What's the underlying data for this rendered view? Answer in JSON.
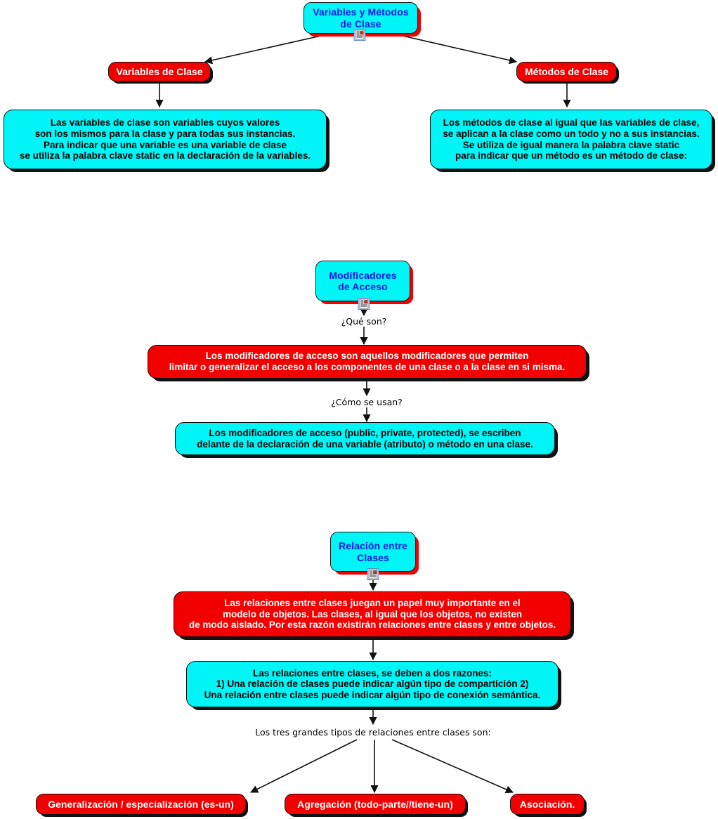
{
  "document": {
    "title": "Variables y Métodos de Clase — Mapa conceptual",
    "background_color": "#ffffff"
  },
  "palette": {
    "cyan": "#00f5f7",
    "red": "#f20000",
    "blue_text": "#1414e6",
    "white_text": "#ffffff",
    "black_text": "#000000",
    "line": "#111111"
  },
  "nodes": {
    "variables_metodos_clase": "Variables y Métodos\nde Clase",
    "variables_de_clase": "Variables de Clase",
    "metodos_de_clase": "Métodos de Clase",
    "variables_clase_desc": "Las variables de clase son variables cuyos valores\nson los mismos para la clase y para todas sus instancias.\nPara indicar que una variable es una variable de clase\nse utiliza la palabra clave static en la declaración de la variables.",
    "metodos_clase_desc": "Los métodos de clase al igual que las variables de clase,\nse aplican a la clase como un todo y no a sus instancias.\nSe utiliza de igual manera la palabra clave static\npara indicar que un método es un método de clase:",
    "modificadores_acceso": "Modificadores\nde Acceso",
    "modificadores_definicion": "Los modificadores de acceso son aquellos modificadores que permiten\nlimitar o generalizar el acceso a los componentes de una clase o a la clase en si misma.",
    "modificadores_uso": "Los modificadores de acceso (public, private, protected), se escriben\ndelante de la declaración de una variable (atributo) o método en una clase.",
    "relacion_entre_clases": "Relación entre\nClases",
    "relaciones_importancia": "Las relaciones entre clases juegan un papel muy importante en el\nmodelo de objetos. Las clases, al igual que los objetos, no existen\nde modo aislado. Por esta razón existirán relaciones entre clases y entre objetos.",
    "relaciones_razones": "Las relaciones entre clases, se deben a dos razones:\n1) Una relación de clases puede indicar algún tipo de compartición 2)\nUna relación entre clases puede indicar algún tipo de conexión semántica.",
    "generalizacion": "Generalización / especialización (es-un)",
    "agregacion": "Agregación (todo-parte//tiene-un)",
    "asociacion": "Asociación."
  },
  "link_labels": {
    "que_son": "¿Qué son?",
    "como_se_usan": "¿Cómo se usan?",
    "tres_grandes_tipos": "Los tres grandes tipos de relaciones entre clases son:"
  },
  "icons": {
    "note": "note-icon"
  }
}
